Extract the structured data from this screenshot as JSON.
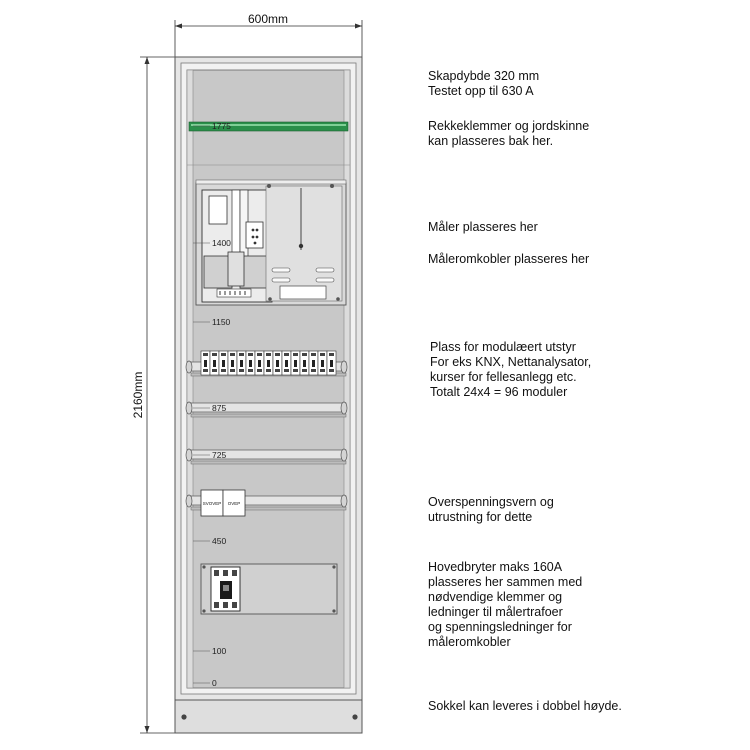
{
  "dimensions": {
    "width_label": "600mm",
    "height_label": "2160mm"
  },
  "rail_labels": [
    "1775",
    "1400",
    "1150",
    "875",
    "725",
    "450",
    "100",
    "0"
  ],
  "device_labels": {
    "spd_left": "SVOVEP",
    "spd_right": "OVEP"
  },
  "notes": [
    {
      "id": "depth",
      "text": "Skapdybde 320 mm\nTestet opp til 630 A"
    },
    {
      "id": "terminals",
      "text": "Rekkeklemmer og jordskinne\nkan plasseres bak her."
    },
    {
      "id": "meter",
      "text": "Måler plasseres her"
    },
    {
      "id": "meter-switch",
      "text": "Måleromkobler plasseres her"
    },
    {
      "id": "modular",
      "text": "Plass for modulæert utstyr\nFor eks KNX, Nettanalysator,\nkurser for fellesanlegg etc.\nTotalt 24x4 = 96 moduler"
    },
    {
      "id": "surge",
      "text": "Overspenningsvern og\nutrustning for dette"
    },
    {
      "id": "main-breaker",
      "text": "Hovedbryter maks 160A\nplasseres her sammen med\nnødvendige klemmer og\nledninger til målertrafoer\nog spenningsledninger for\nmåleromkobler"
    },
    {
      "id": "plinth",
      "text": "Sokkel kan leveres i dobbel høyde."
    }
  ],
  "colors": {
    "panel": "#c8c8c8",
    "cabinet": "#e6e6e6",
    "rail_green": "#2a8f4a",
    "line": "#444444"
  }
}
